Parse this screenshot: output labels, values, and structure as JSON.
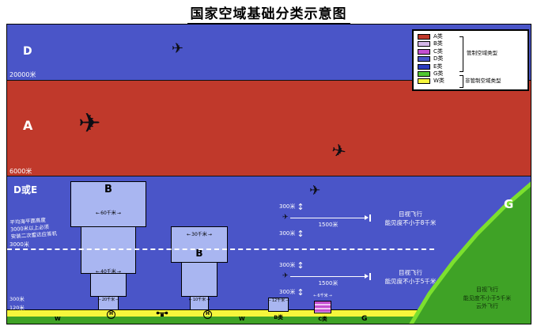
{
  "title": "国家空域基础分类示意图",
  "colors": {
    "band_a": "#c0392b",
    "band_d": "#4a55c8",
    "tower_b": "#a9b6f1",
    "class_c": "#c44fd0",
    "class_e": "#2a3cc0",
    "green": "#3fa226",
    "green_edge": "#7ce02e",
    "yellow": "#f6f63c"
  },
  "legend": {
    "items": [
      {
        "label": "A类",
        "color": "#c0392b"
      },
      {
        "label": "B类",
        "color": "#d4b6e8"
      },
      {
        "label": "C类",
        "color": "#c44fd0"
      },
      {
        "label": "D类",
        "color": "#4a55c8"
      },
      {
        "label": "E类",
        "color": "#2a3cc0"
      },
      {
        "label": "G类",
        "color": "#52c832"
      },
      {
        "label": "W类",
        "color": "#f6f63c"
      }
    ],
    "controlled_label": "管制空域类型",
    "uncontrolled_label": "非管制空域类型"
  },
  "bands": {
    "d": "D",
    "a": "A",
    "de": "D或E",
    "g_hill": "G",
    "g_ground": "G"
  },
  "altitude_labels": {
    "l20000": "20000米",
    "l6000": "6000米",
    "l3000": "3000米",
    "l300": "300米",
    "l120": "120米"
  },
  "towers": {
    "b1": {
      "label": "B",
      "top_width": "60千米",
      "mid_width": "40千米",
      "base_width": "20千米"
    },
    "b2": {
      "label": "B",
      "top_width": "30千米",
      "base_width": "10千米"
    },
    "b3": {
      "label": "B类",
      "width": "12千米"
    },
    "c": {
      "label": "C类",
      "width": "6千米"
    }
  },
  "annotations": {
    "transponder_line1": "平均海平面高度",
    "transponder_line2": "3000米以上必须",
    "transponder_line3": "安装二次雷达应答机",
    "vfr_upper": {
      "alt_above": "300米",
      "distance": "1500米",
      "alt_below": "300米",
      "rule_line1": "目视飞行",
      "rule_line2": "能见度不小于8千米"
    },
    "vfr_lower": {
      "alt_above": "300米",
      "distance": "1500米",
      "alt_below": "300米",
      "rule_line1": "目视飞行",
      "rule_line2": "能见度不小于5千米"
    },
    "vfr_g_line1": "目视飞行",
    "vfr_g_line2": "能见度不小于5千米",
    "vfr_g_line3": "云外飞行"
  },
  "ground": {
    "w_left": "W",
    "w_right": "W",
    "helipad_label": "H"
  }
}
